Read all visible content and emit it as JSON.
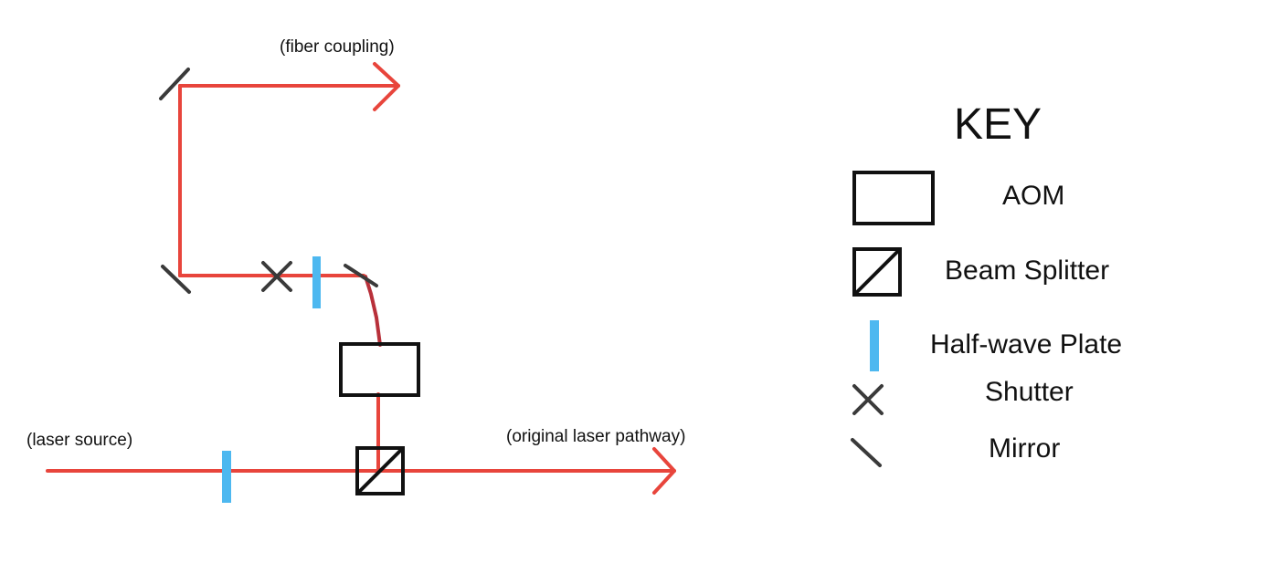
{
  "diagram": {
    "labels": {
      "fiber_coupling": "(fiber coupling)",
      "laser_source": "(laser source)",
      "original_pathway": "(original laser pathway)"
    },
    "colors": {
      "beam": "#e8453c",
      "beam_dark": "#b8303a",
      "component": "#111111",
      "mirror": "#3a3a3a",
      "half_wave_plate": "#4db8f0"
    }
  },
  "key": {
    "title": "KEY",
    "items": [
      {
        "label": "AOM",
        "icon": "aom-box-icon"
      },
      {
        "label": "Beam Splitter",
        "icon": "beam-splitter-icon"
      },
      {
        "label": "Half-wave Plate",
        "icon": "half-wave-plate-icon"
      },
      {
        "label": "Shutter",
        "icon": "shutter-icon"
      },
      {
        "label": "Mirror",
        "icon": "mirror-icon"
      }
    ]
  }
}
